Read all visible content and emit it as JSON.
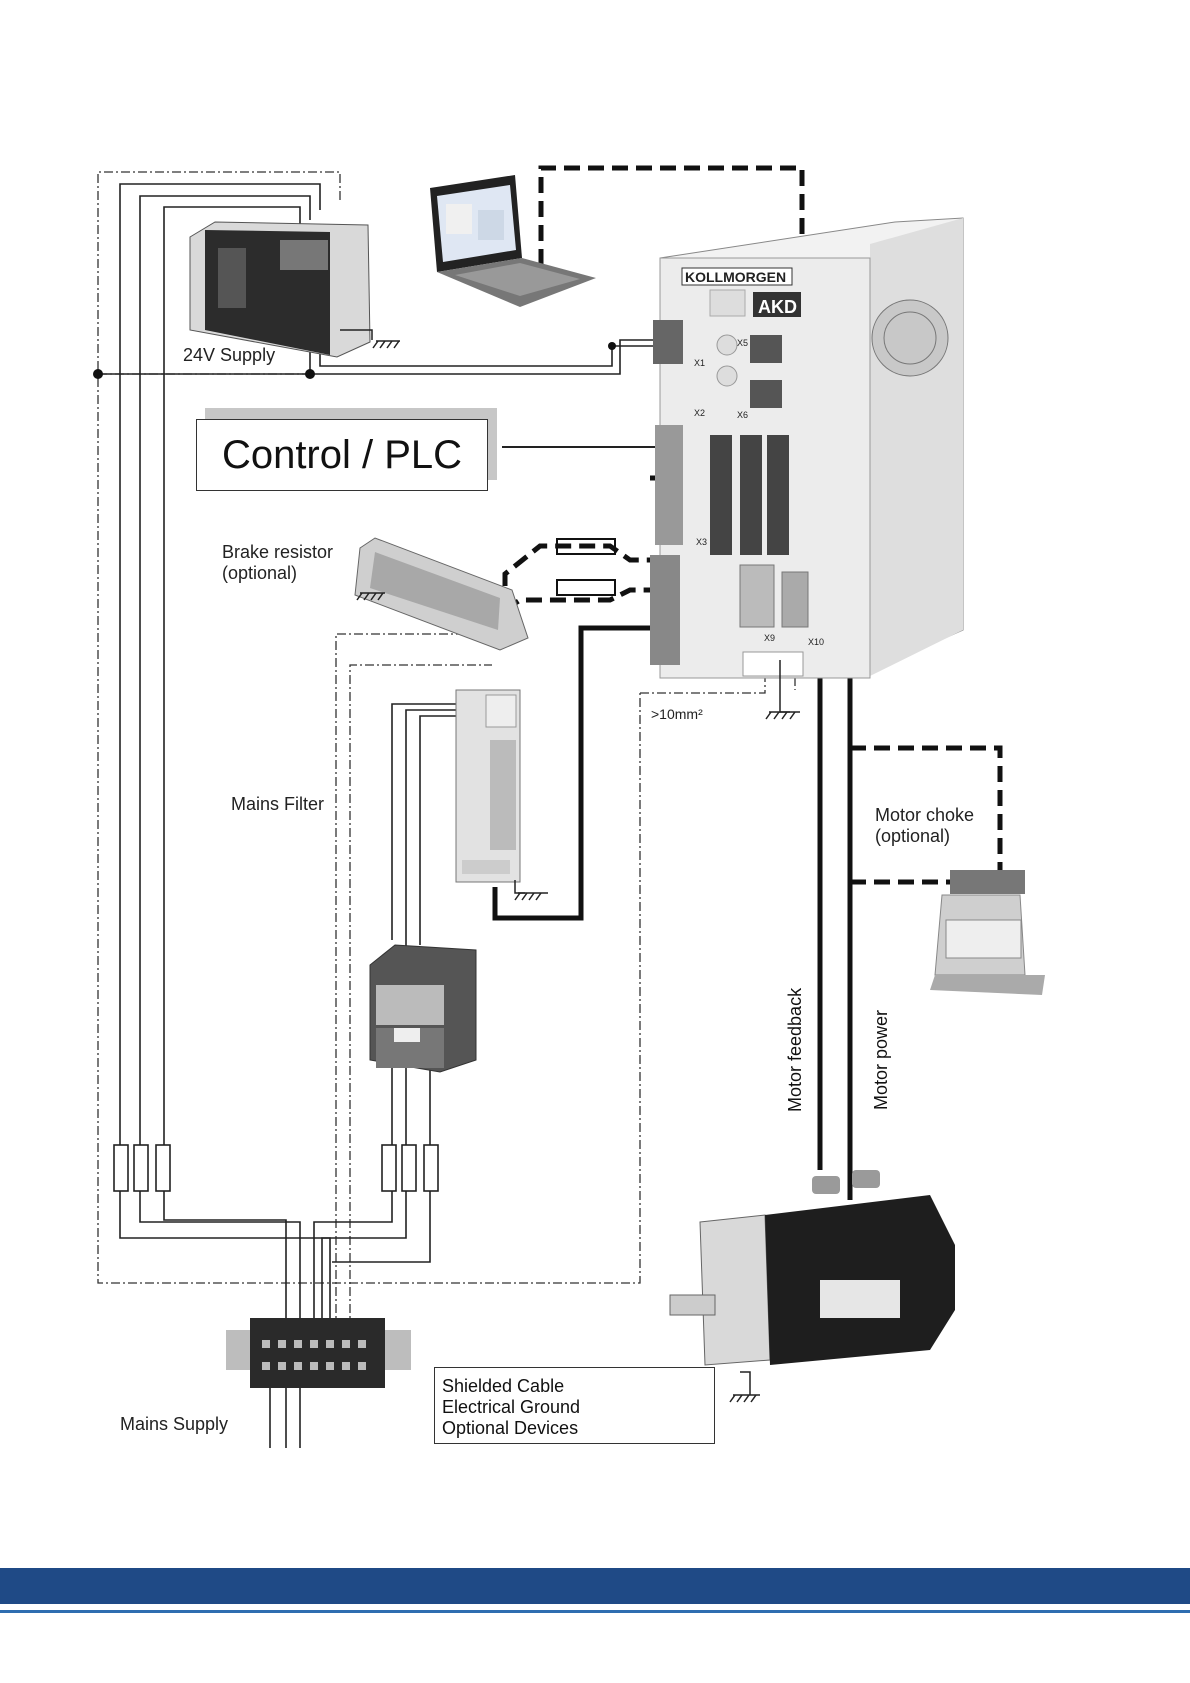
{
  "labels": {
    "supply_24v": "24V Supply",
    "control_plc": "Control / PLC",
    "brake_resistor": "Brake resistor\n(optional)",
    "mains_filter": "Mains Filter",
    "motor_choke": "Motor choke\n(optional)",
    "motor_feedback": "Motor feedback",
    "motor_power": "Motor power",
    "mains_supply": "Mains Supply",
    "ground_size": ">10mm²"
  },
  "drive": {
    "brand": "KOLLMORGEN",
    "model": "AKD",
    "connectors": [
      "X1",
      "X2",
      "X3",
      "X5",
      "X6",
      "X9",
      "X10"
    ]
  },
  "legend": {
    "shielded": "Shielded Cable",
    "ground": "Electrical Ground",
    "optional": "Optional Devices"
  },
  "colors": {
    "footer_bar": "#1f4a86",
    "footer_line": "#2f6db0",
    "cable": "#111111",
    "device_body": "#e6e6e6"
  }
}
